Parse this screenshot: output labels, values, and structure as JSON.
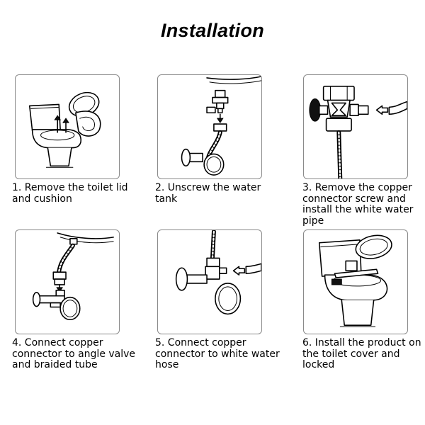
{
  "title": "Installation",
  "steps": [
    {
      "caption": "1. Remove the toilet lid and cushion"
    },
    {
      "caption": "2. Unscrew the water tank"
    },
    {
      "caption": "3. Remove the copper connector screw and install the white water pipe"
    },
    {
      "caption": "4. Connect copper connector to angle valve and braided tube"
    },
    {
      "caption": "5. Connect copper connector to white water hose"
    },
    {
      "caption": "6. Install the product on the toilet cover and locked"
    }
  ]
}
